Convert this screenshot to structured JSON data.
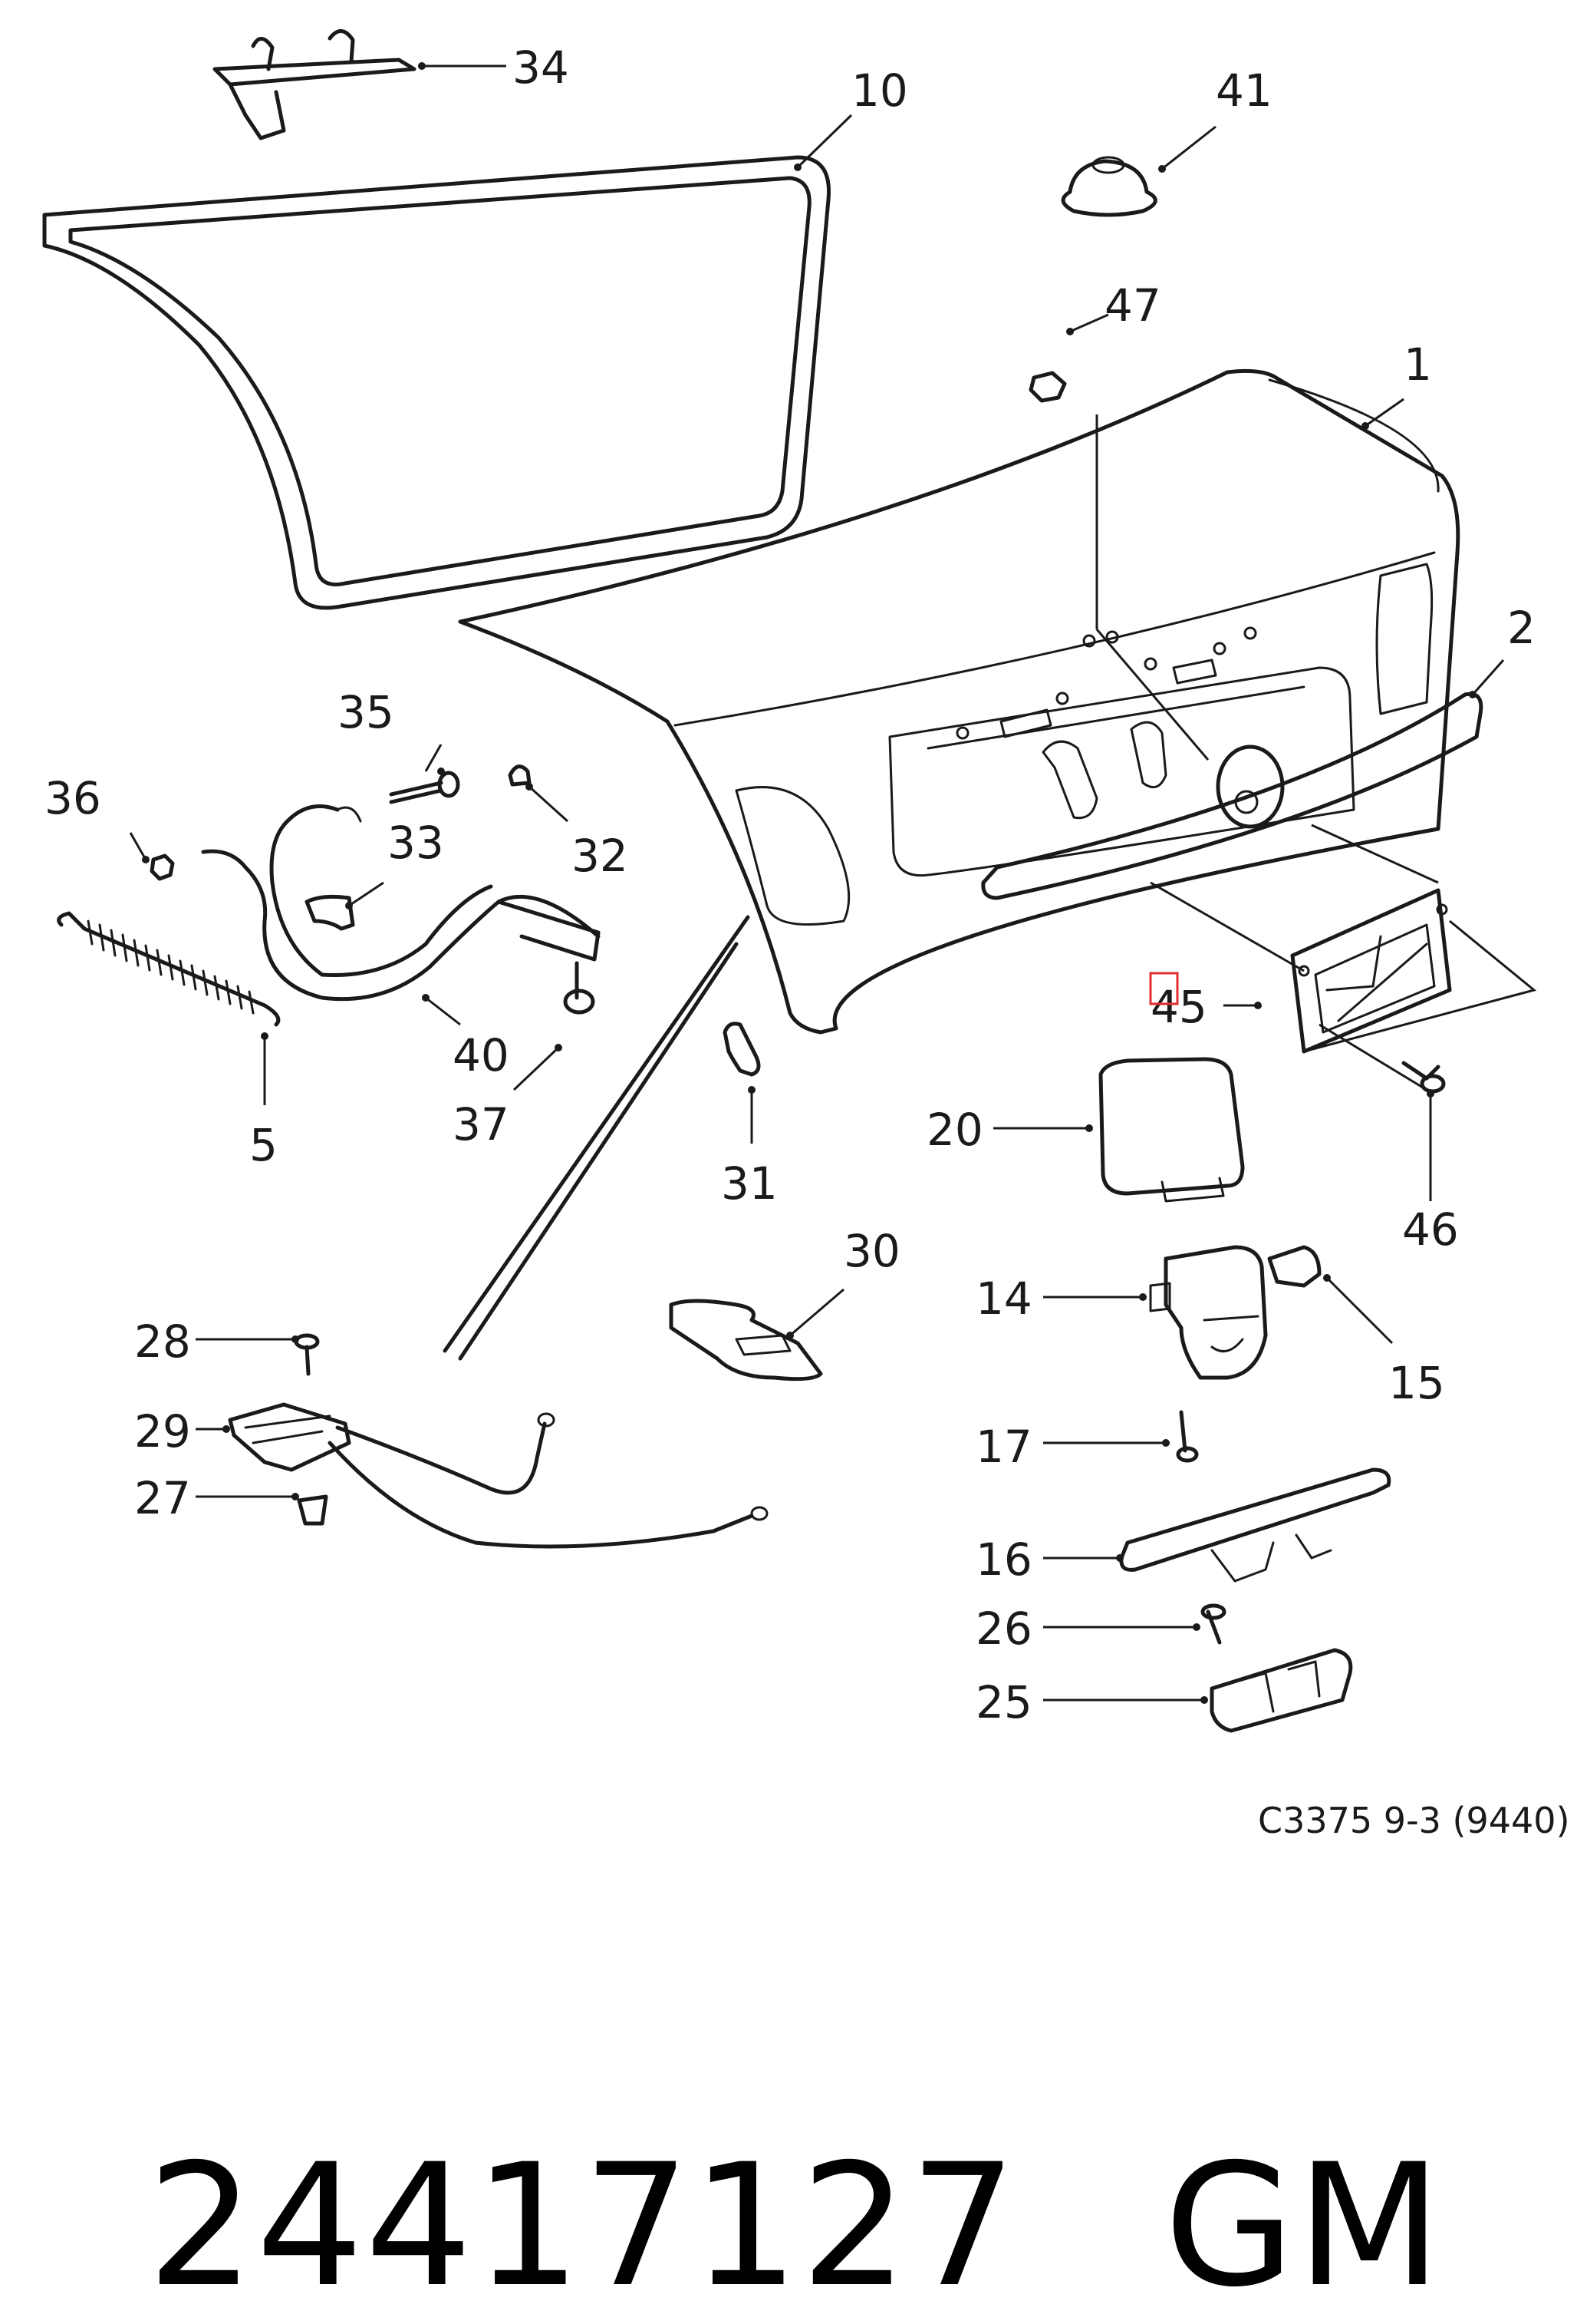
{
  "diagram": {
    "callouts": {
      "c1": "1",
      "c2": "2",
      "c5": "5",
      "c10": "10",
      "c14": "14",
      "c15": "15",
      "c16": "16",
      "c17": "17",
      "c20": "20",
      "c25": "25",
      "c26": "26",
      "c27": "27",
      "c28": "28",
      "c29": "29",
      "c30": "30",
      "c31": "31",
      "c32": "32",
      "c33": "33",
      "c34": "34",
      "c35": "35",
      "c36": "36",
      "c37": "37",
      "c40": "40",
      "c41": "41",
      "c45": "45",
      "c46": "46",
      "c47": "47"
    },
    "caption": "C3375 9-3 (9440)"
  },
  "footer": {
    "part_number": "24417127",
    "brand": "GM"
  }
}
